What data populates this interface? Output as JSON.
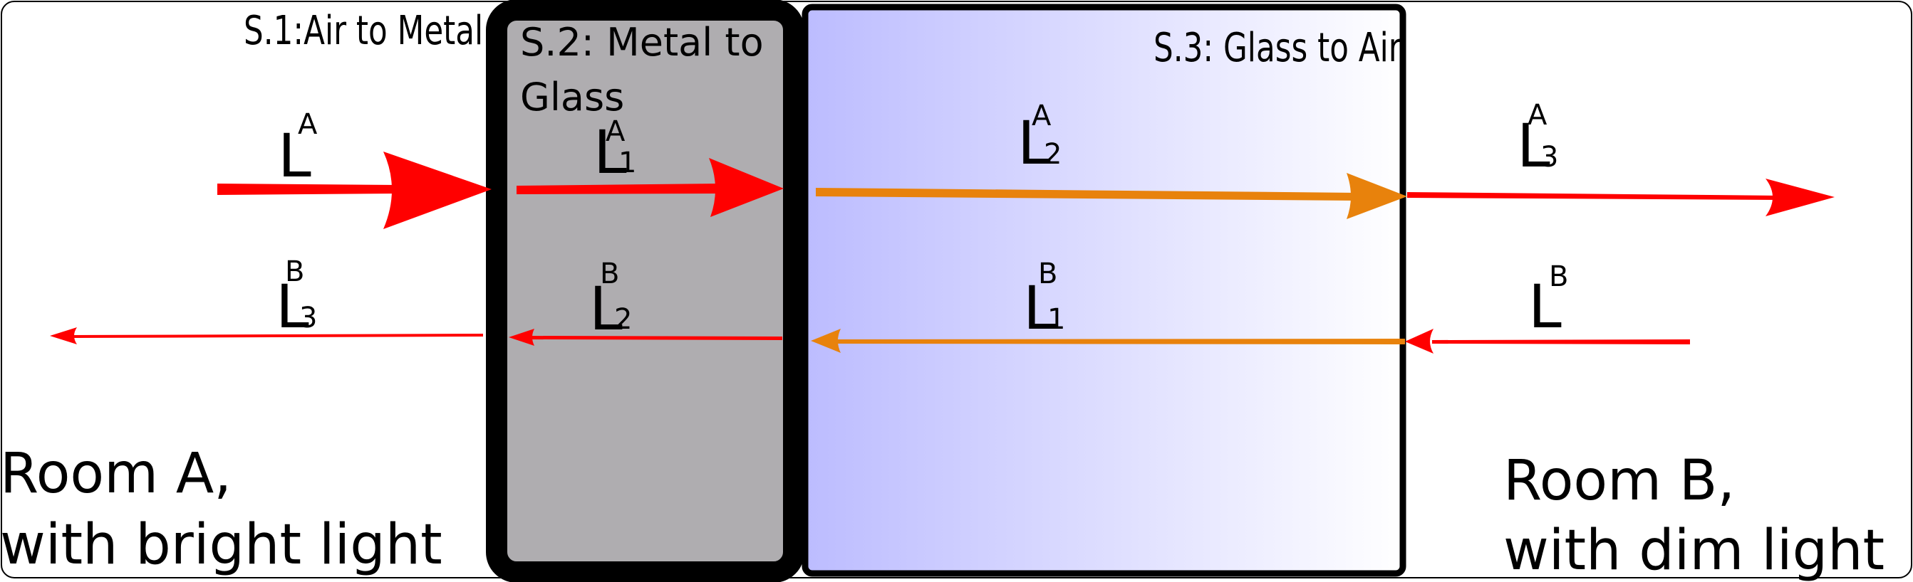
{
  "surfaces": {
    "s1": "S.1:Air to Metal",
    "s2_line1": "S.2: Metal to",
    "s2_line2": "Glass",
    "s3": "S.3: Glass to Air"
  },
  "rooms": {
    "a_line1": "Room A,",
    "a_line2": "with bright light",
    "b_line1": "Room B,",
    "b_line2": "with dim light"
  },
  "beams": {
    "la": {
      "base": "L",
      "sup": "A",
      "sub": ""
    },
    "la1": {
      "base": "L",
      "sup": "A",
      "sub": "1"
    },
    "la2": {
      "base": "L",
      "sup": "A",
      "sub": "2"
    },
    "la3": {
      "base": "L",
      "sup": "A",
      "sub": "3"
    },
    "lb": {
      "base": "L",
      "sup": "B",
      "sub": ""
    },
    "lb1": {
      "base": "L",
      "sup": "B",
      "sub": "1"
    },
    "lb2": {
      "base": "L",
      "sup": "B",
      "sub": "2"
    },
    "lb3": {
      "base": "L",
      "sup": "B",
      "sub": "3"
    }
  },
  "colors": {
    "red": "#ff0000",
    "orange": "#e8820c",
    "metal": "#afadb0",
    "glass_left": "#bcbcff",
    "glass_right": "#ffffff"
  }
}
